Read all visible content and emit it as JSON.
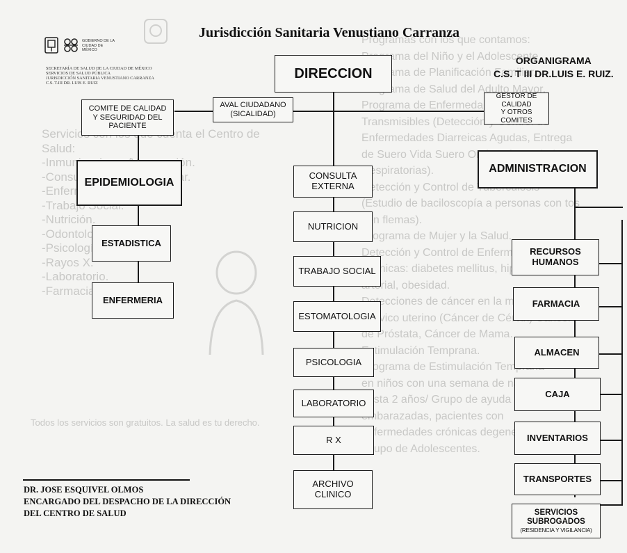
{
  "header": {
    "logo_text": "GOBIERNO DE LA CIUDAD DE MÉXICO",
    "agency_lines": [
      "SECRETARÍA DE SALUD DE LA CIUDAD DE MÉXICO",
      "SERVICIOS DE SALUD PÚBLICA",
      "JURISDICCIÓN SANITARIA VENUSTIANO CARRANZA",
      "C.S. T-III DR. LUIS E. RUIZ"
    ],
    "title": "Jurisdicción Sanitaria Venustiano Carranza",
    "organigrama_label": "ORGANIGRAMA",
    "center_label": "C.S. T III DR.LUIS E. RUIZ."
  },
  "nodes": {
    "direccion": "DIRECCION",
    "comite": [
      "COMITE DE CALIDAD",
      "Y SEGURIDAD DEL",
      "PACIENTE"
    ],
    "aval": [
      "AVAL CIUDADANO",
      "(SICALIDAD)"
    ],
    "gestor": [
      "GESTOR DE CALIDAD",
      "Y OTROS",
      "COMITES"
    ],
    "epidemiologia": "EPIDEMIOLOGIA",
    "estadistica": "ESTADISTICA",
    "enfermeria": "ENFERMERIA",
    "administracion": "ADMINISTRACION",
    "consulta": [
      "CONSULTA",
      "EXTERNA"
    ],
    "nutricion": "NUTRICION",
    "trabajo_social": "TRABAJO SOCIAL",
    "estomatologia": "ESTOMATOLOGIA",
    "psicologia": "PSICOLOGIA",
    "laboratorio": "LABORATORIO",
    "rx": "R X",
    "archivo": [
      "ARCHIVO",
      "CLINICO"
    ],
    "recursos": [
      "RECURSOS",
      "HUMANOS"
    ],
    "farmacia": "FARMACIA",
    "almacen": "ALMACEN",
    "caja": "CAJA",
    "inventarios": "INVENTARIOS",
    "transportes": "TRANSPORTES",
    "servicios": [
      "SERVICIOS",
      "SUBROGADOS"
    ],
    "servicios_note": "(RESIDENCIA Y VIGILANCIA)"
  },
  "signature": {
    "name": "DR. JOSE ESQUIVEL OLMOS",
    "line1": "ENCARGADO DEL DESPACHO DE LA DIRECCIÓN",
    "line2": "DEL CENTRO DE SALUD"
  },
  "bleed_through": {
    "left": [
      "Servicios con los que cuenta el Centro de",
      "Salud:",
      "-Inmunizaciones/Vacunación.",
      "-Consulta Medicina Familiar.",
      "-Enfermería.",
      "-Trabajo Social.",
      "-Nutrición.",
      "-Odontología.",
      "-Psicología.",
      "-Rayos X.",
      "-Laboratorio.",
      "-Farmacia."
    ],
    "left_footer": "Todos los servicios son gratuitos. La salud es tu derecho.",
    "right": [
      "Programas con los que contamos:",
      "Programa del Niño y el Adolescente.",
      "Programa de Planificación Familiar.",
      "Programa de Salud del Adulto Mayor.",
      "Programa de Enfermedades",
      "Transmisibles (Detección y Control de",
      "Enfermedades Diarreicas Agudas, Entrega",
      "de Suero Vida Suero Oral, Enfermedades",
      "Respiratorias).",
      "Detección y Control de Tuberculosis",
      "(Estudio de baciloscopía a personas con tos",
      "con flemas).",
      "Programa de Mujer y la Salud.",
      "Detección y Control de Enfermedades",
      "Crónicas: diabetes mellitus, hipertensión",
      "arterial, obesidad.",
      "Detecciones de cáncer en la mujer.",
      "Cérvico uterino (Cáncer de Cérvix) Cáncer",
      "de Próstata, Cáncer de Mama.",
      "Estimulación Temprana.",
      "Programa de Estimulación Temprana",
      "en niños con una semana de nacidos",
      "hasta 2 años/ Grupo de ayuda mutua:",
      "embarazadas, pacientes con",
      "enfermedades crónicas degenerativas.",
      "Grupo de Adolescentes."
    ]
  },
  "colors": {
    "paper": "#f4f4f2",
    "ink": "#111111",
    "ghost": "#c8c8c6"
  }
}
